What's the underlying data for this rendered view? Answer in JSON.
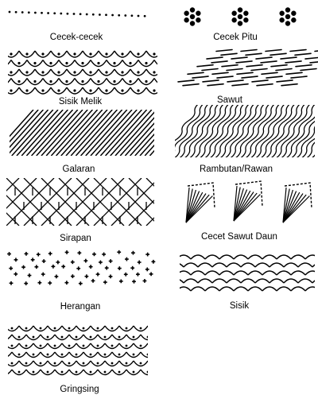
{
  "panels": [
    {
      "id": "cecek-cecek",
      "label": "Cecek-cecek"
    },
    {
      "id": "cecek-pitu",
      "label": "Cecek Pitu"
    },
    {
      "id": "sisik-melik",
      "label": "Sisik Melik"
    },
    {
      "id": "sawut",
      "label": "Sawut"
    },
    {
      "id": "galaran",
      "label": "Galaran"
    },
    {
      "id": "rambutan-rawan",
      "label": "Rambutan/Rawan"
    },
    {
      "id": "sirapan",
      "label": "Sirapan"
    },
    {
      "id": "cecet-sawut-daun",
      "label": "Cecet Sawut Daun"
    },
    {
      "id": "herangan",
      "label": "Herangan"
    },
    {
      "id": "sisik",
      "label": "Sisik"
    },
    {
      "id": "gringsing",
      "label": "Gringsing"
    }
  ],
  "colors": {
    "ink": "#000000",
    "background": "#ffffff"
  }
}
